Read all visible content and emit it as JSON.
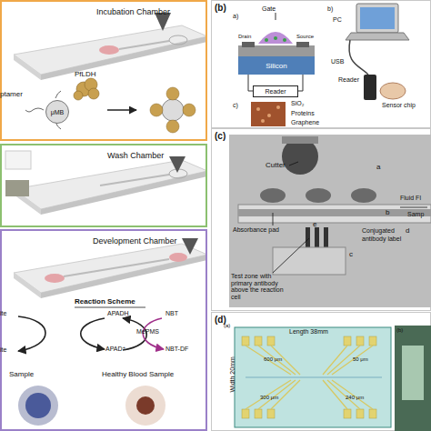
{
  "diagram": {
    "nodes": [
      {
        "text": [
          "Incubation Chamber"
        ]
      },
      {
        "text": [
          "μMB"
        ],
        "in": 0
      },
      {
        "text": [
          "Wash Chamber"
        ]
      },
      {
        "text": [
          "Development Chamber"
        ]
      },
      {
        "text": [
          "Silicon"
        ]
      },
      {
        "text": [
          "Reader"
        ]
      }
    ],
    "labels": [
      "ptamer",
      "PfLDH",
      "Reaction Scheme",
      "APADH",
      "NBT",
      "MePMS",
      "APAD⁺",
      "NBT-DF",
      "ite",
      "ite",
      "Sample",
      "Healthy Blood Sample",
      "(b)",
      "a)",
      "Gate",
      "Drain",
      "Source",
      "b)",
      "PC",
      "USB",
      "Reader",
      "Sensor chip",
      "c)",
      "SiO₂",
      "Proteins",
      "Graphene",
      "(c)",
      "Cutter",
      "a",
      "Fluid Fl",
      "Absorbance pad",
      "Test zone with primary antibody above the reaction cell",
      "Conjugated",
      "antibody label",
      "Samp",
      "b",
      "c",
      "d",
      "e",
      "(d)",
      "(a)",
      "Length 38mm",
      "Width 20mm",
      "600 μm",
      "50 μm",
      "300 μm",
      "240 μm",
      "(b)"
    ]
  }
}
